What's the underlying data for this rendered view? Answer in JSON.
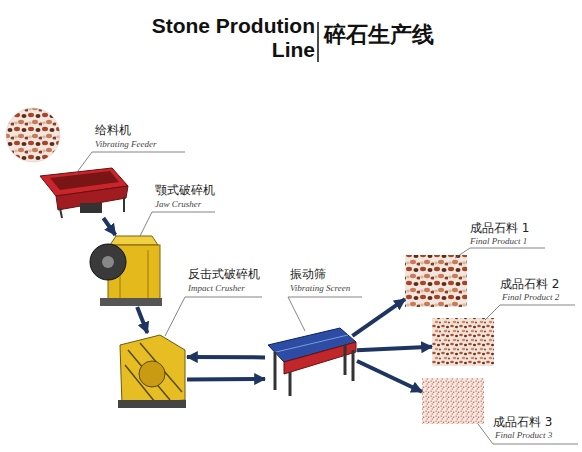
{
  "diagram": {
    "title": "Stone Prodution Line",
    "nodes": [
      {
        "text": [
          "给料机",
          "Vibrating Feeder"
        ]
      },
      {
        "text": [
          "颚式破碎机",
          "Jaw Crusher"
        ]
      },
      {
        "text": [
          "反击式破碎机",
          "Impact Crusher"
        ]
      },
      {
        "text": [
          "振动筛",
          "Vibrating Screen"
        ]
      },
      {
        "text": [
          "成品石料 1",
          "Final Product 1"
        ]
      },
      {
        "text": [
          "成品石料 2",
          "Final Product 2"
        ]
      },
      {
        "text": [
          "成品石料 3",
          "Final Product 3"
        ]
      }
    ],
    "edges": [
      {
        "from": 0,
        "to": 1,
        "arrow": "to"
      },
      {
        "from": 1,
        "to": 2,
        "arrow": "to"
      },
      {
        "from": 2,
        "to": 3,
        "arrow": "to"
      },
      {
        "from": 3,
        "to": 2,
        "arrow": "to"
      },
      {
        "from": 3,
        "to": 4,
        "arrow": "to"
      },
      {
        "from": 3,
        "to": 5,
        "arrow": "to"
      },
      {
        "from": 3,
        "to": 6,
        "arrow": "to"
      }
    ],
    "labels": [
      "碎石生产线"
    ]
  }
}
